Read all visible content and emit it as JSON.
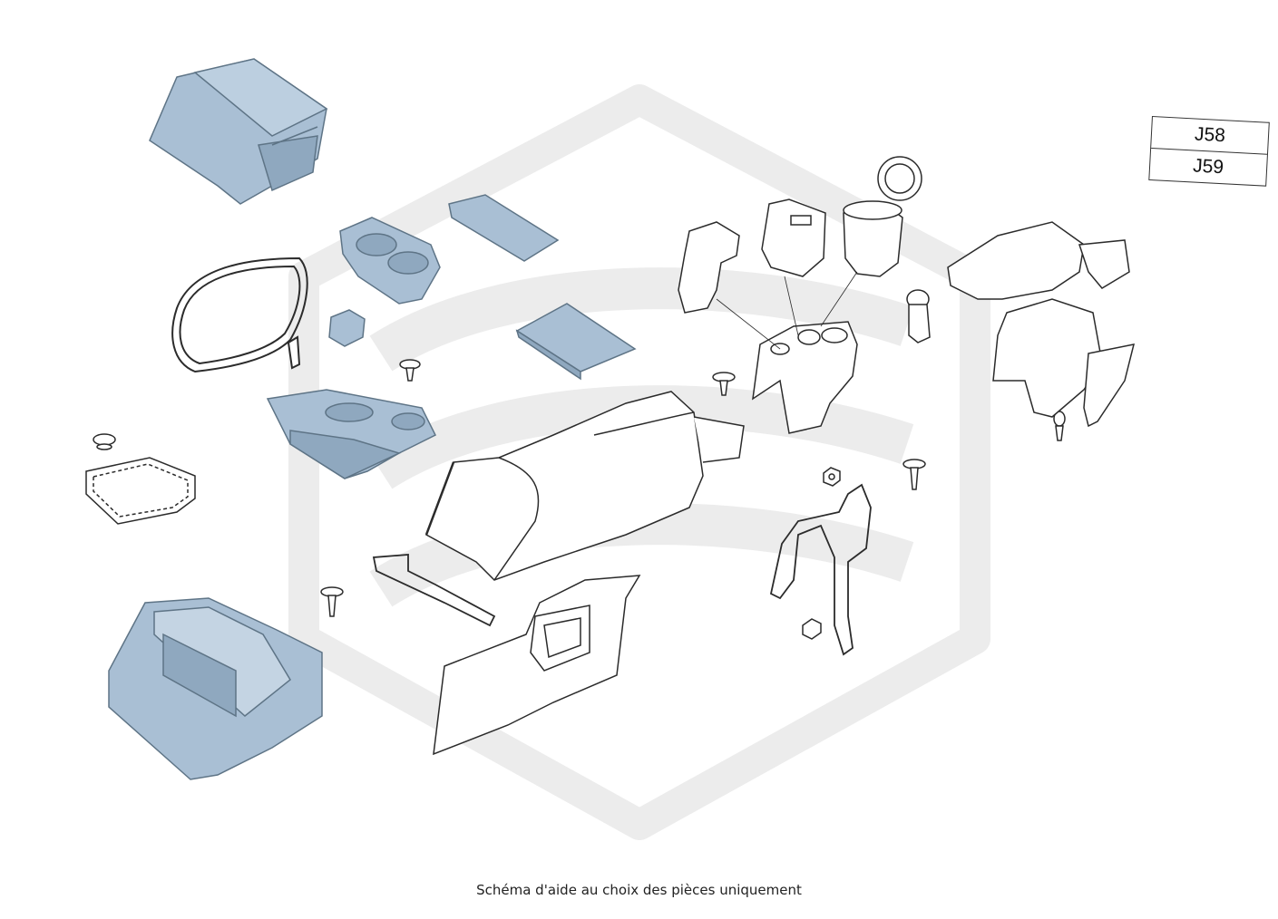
{
  "codes": [
    "J58",
    "J59"
  ],
  "caption": "Schéma d'aide au choix des pièces uniquement",
  "colors": {
    "part_fill": "#a9bfd4",
    "part_stroke": "#5e7486",
    "line_stroke": "#2b2b2b",
    "watermark": "#ececec"
  },
  "icons": {
    "watermark": "shield-logo-watermark"
  }
}
